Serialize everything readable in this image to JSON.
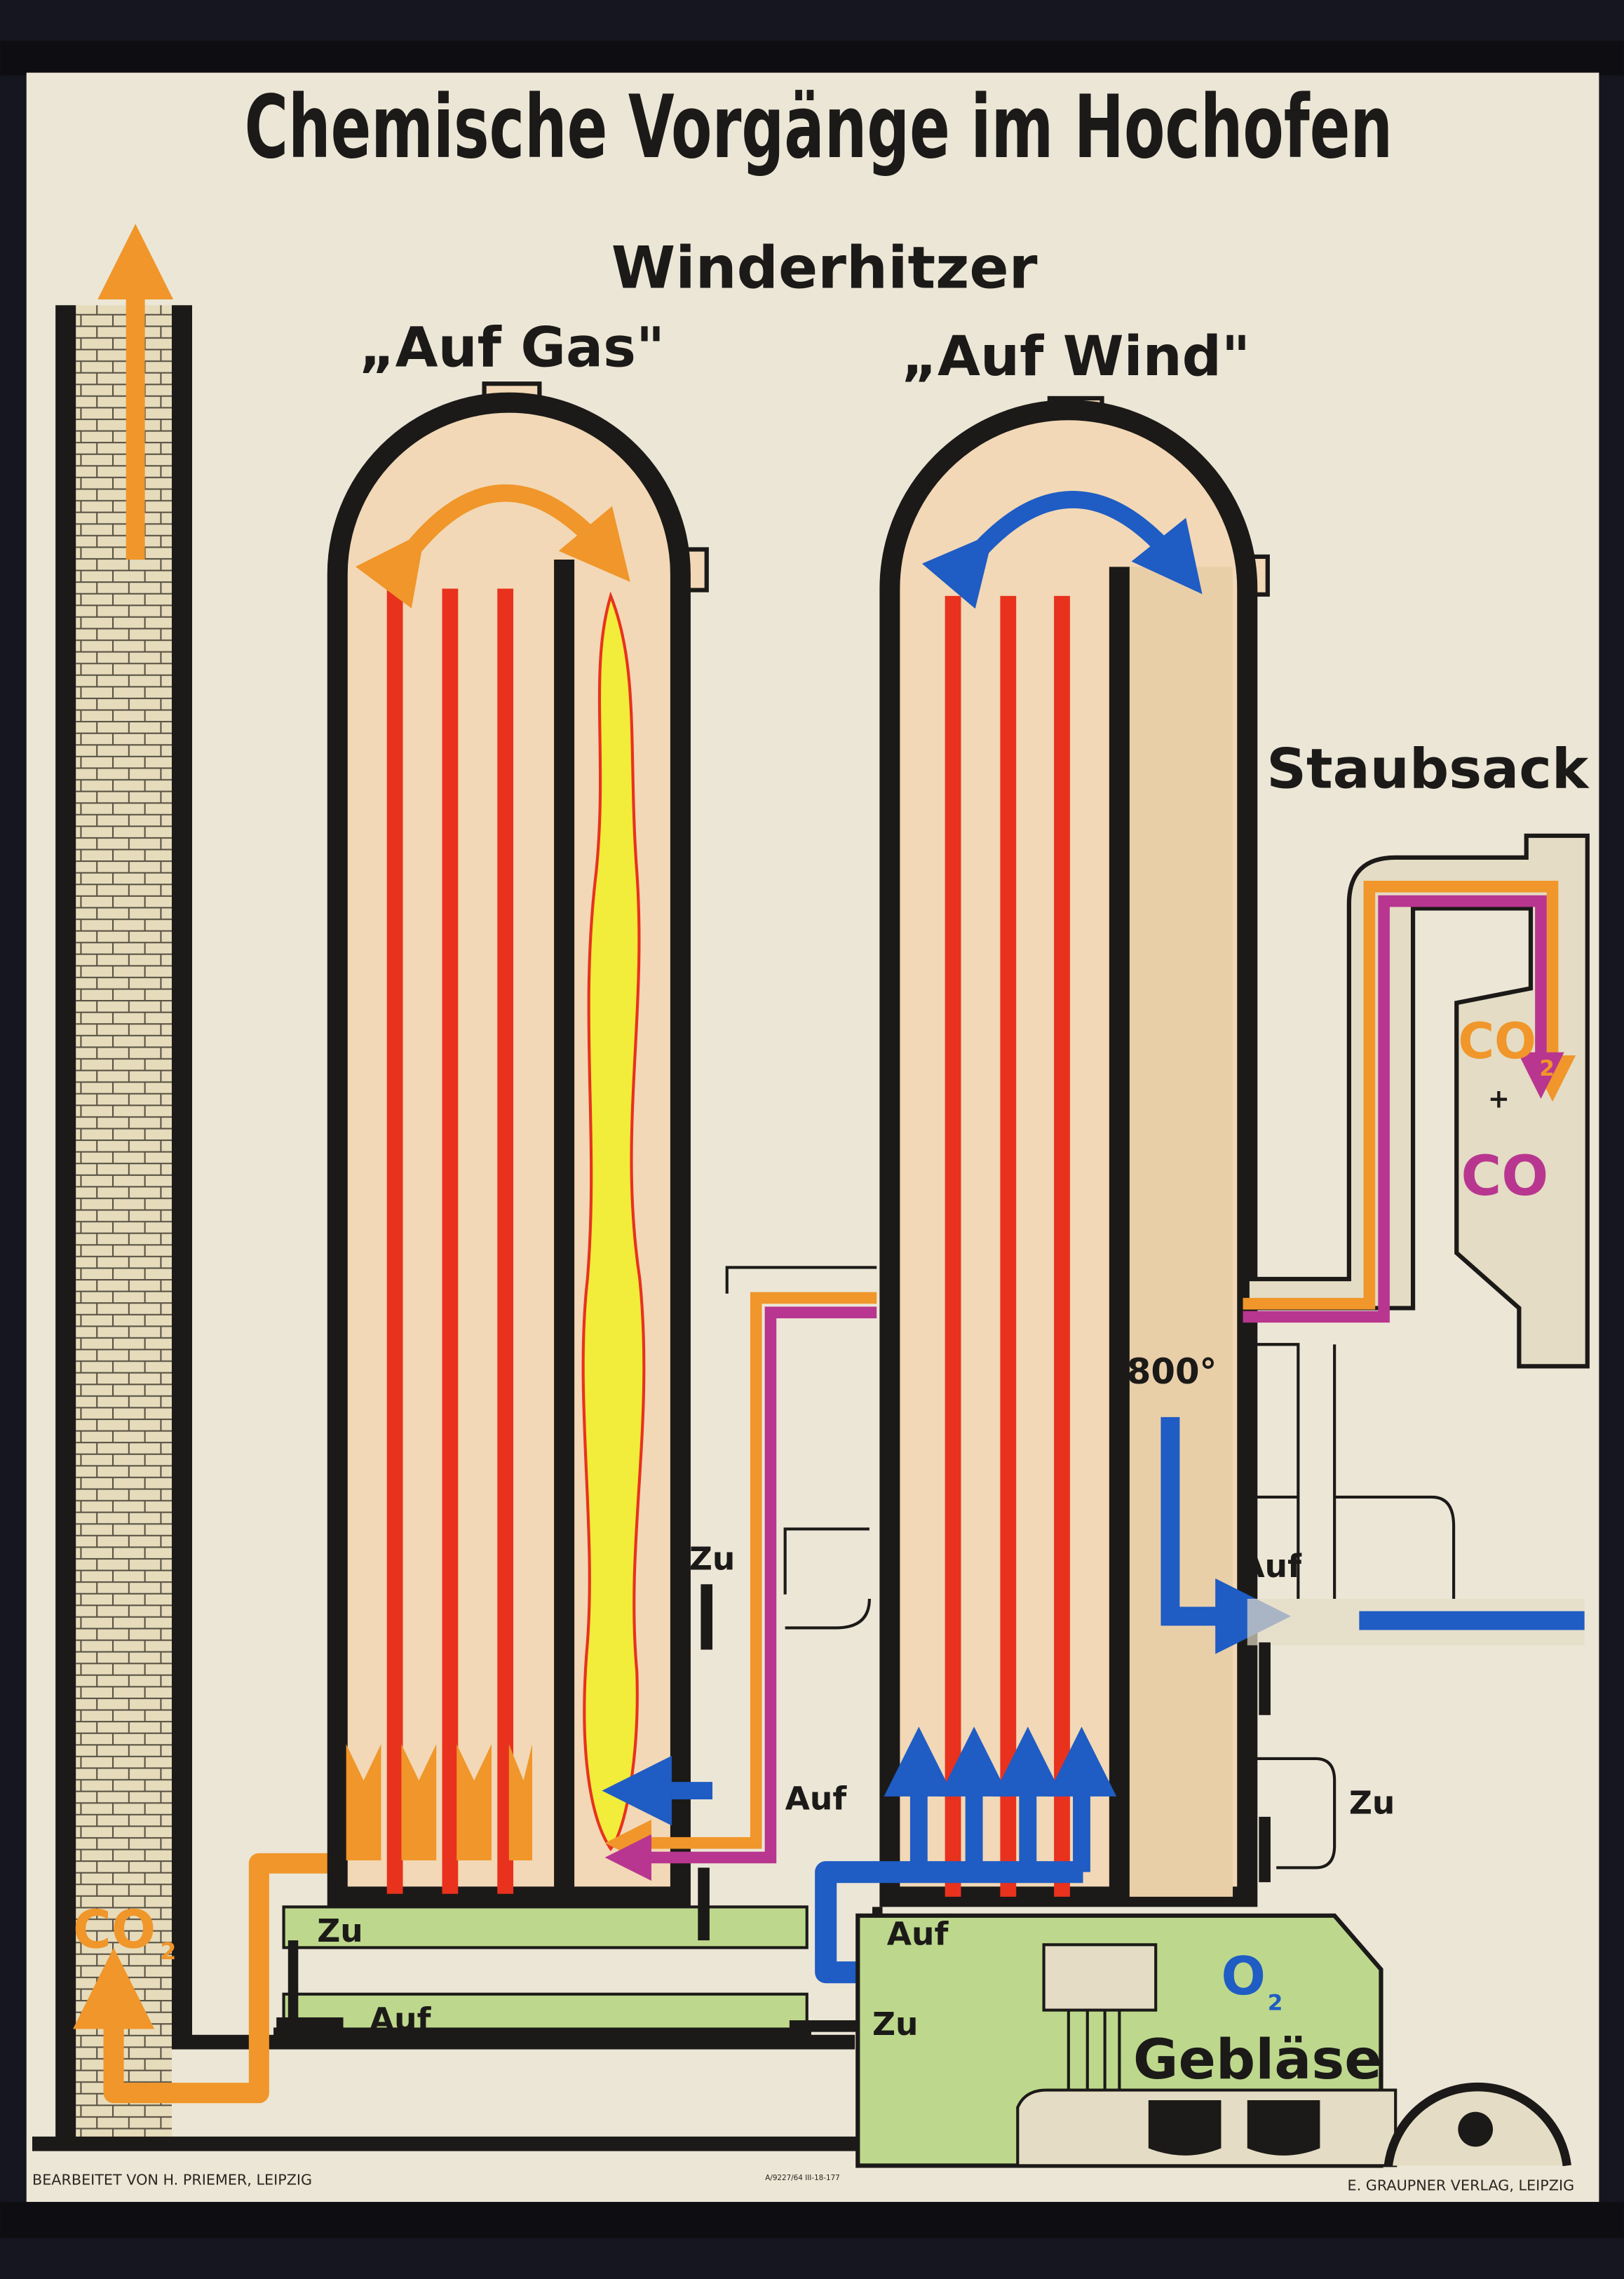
{
  "title": "Chemische Vorgänge im Hochofen",
  "subtitle": "Winderhitzer",
  "stove_gas_label": "„Auf Gas\"",
  "stove_wind_label": "„Auf Wind\"",
  "dust_catcher_label": "Staubsack",
  "gas_mix": {
    "co2_main": "CO",
    "co2_sub": "2",
    "plus": "+",
    "co": "CO"
  },
  "chimney_gas": {
    "main": "CO",
    "sub": "2"
  },
  "temperature": "800°",
  "valves": {
    "stove1_zu": "Zu",
    "stove1_auf": "Auf",
    "duct_zu": "Zu",
    "duct_auf": "Auf",
    "blower_auf": "Auf",
    "blower_zu": "Zu",
    "hotwind_auf": "Auf",
    "stove2_zu": "Zu"
  },
  "blower": {
    "o2_main": "O",
    "o2_sub": "2",
    "label": "Gebläse"
  },
  "footer": {
    "credit": "BEARBEITET VON H. PRIEMER, LEIPZIG",
    "code": "A/9227/64 III-18-177",
    "publisher": "E. GRAUPNER VERLAG, LEIPZIG"
  },
  "colors": {
    "paper": "#ece6d6",
    "stove_fill": "#f2d8b6",
    "hot_red": "#e8321e",
    "flue_orange": "#f0962a",
    "co_magenta": "#b8368f",
    "air_blue": "#1f5cc4",
    "blower_green": "#bdd88c",
    "flame_yellow": "#f2ec3a"
  }
}
